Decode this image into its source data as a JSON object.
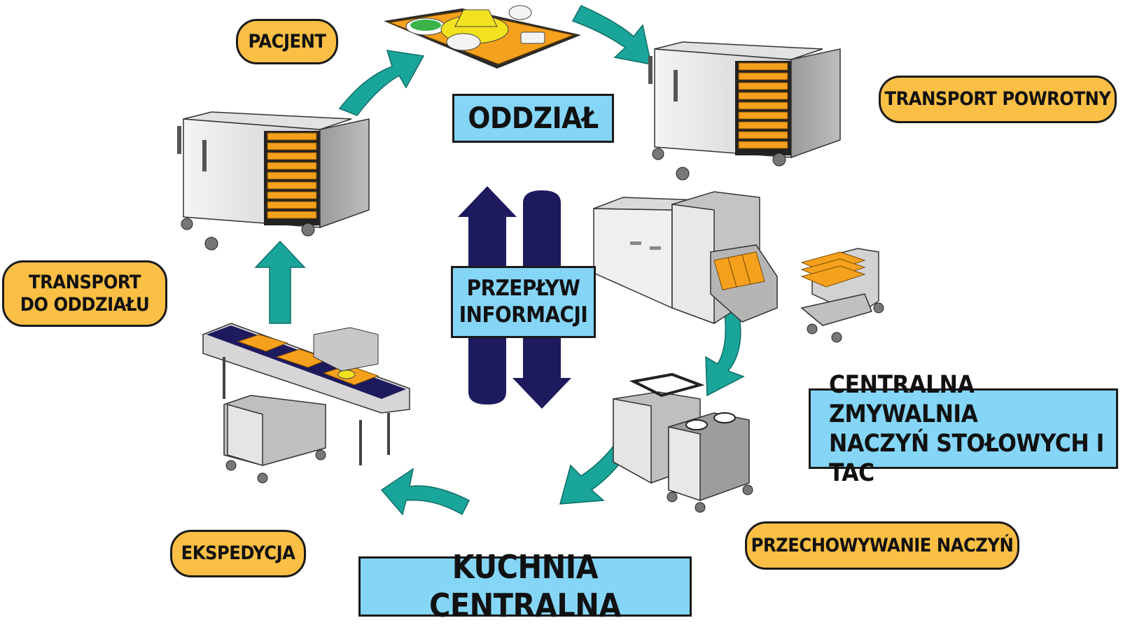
{
  "labels": {
    "pacjent": "PACJENT",
    "transport_powrotny": "TRANSPORT POWROTNY",
    "transport_do_oddzialu": "TRANSPORT\nDO ODDZIAŁU",
    "ekspedycja": "EKSPEDYCJA",
    "przechowywanie": "PRZECHOWYWANIE NACZYŃ"
  },
  "boxes": {
    "oddzial": "ODDZIAŁ",
    "przeplyw": "PRZEPŁYW\nINFORMACJI",
    "zmywalnia": "CENTRALNA ZMYWALNIA\nNACZYŃ STOŁOWYCH I TAC",
    "kuchnia": "KUCHNIA CENTRALNA"
  },
  "colors": {
    "pill": "#fbbf45",
    "box": "#85d5f7",
    "flow_arrow": "#1aa59a",
    "info_arrow": "#1d1a5e",
    "tray_orange": "#f6a11e"
  }
}
